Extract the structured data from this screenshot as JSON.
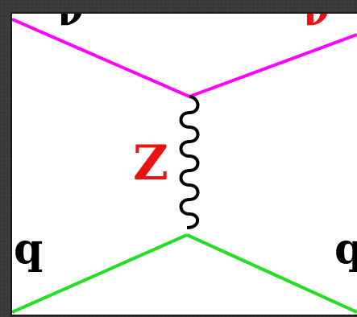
{
  "diagram": {
    "labels": {
      "top_left": "ν",
      "top_right": "ν",
      "boson": "Z",
      "bottom_left": "q",
      "bottom_right": "q"
    },
    "colors": {
      "neutrino": "#ff00ff",
      "quark": "#22dd22",
      "boson_line": "#000000",
      "boson_label": "#ee1111",
      "text": "#000000",
      "panel": "#ffffff"
    }
  }
}
